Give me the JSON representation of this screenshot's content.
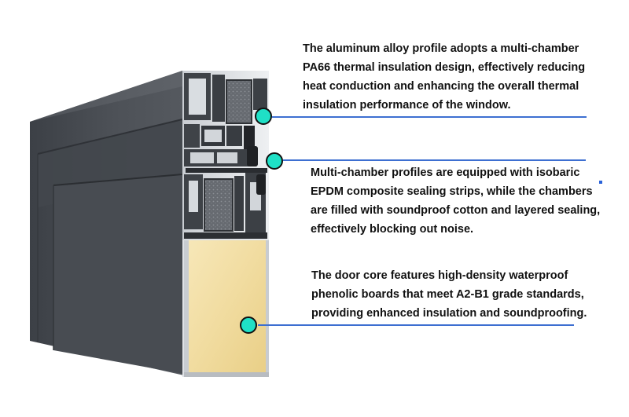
{
  "callouts": [
    {
      "lines": [
        "The aluminum alloy profile adopts a multi-chamber",
        "PA66 thermal insulation design, effectively reducing",
        "heat conduction and enhancing the overall thermal",
        "insulation performance of the window."
      ]
    },
    {
      "lines": [
        "Multi-chamber profiles are equipped with isobaric",
        "EPDM composite sealing strips, while the chambers",
        "are filled with soundproof cotton and layered sealing,",
        "effectively blocking out noise."
      ]
    },
    {
      "lines": [
        "The door core features high-density waterproof",
        "phenolic boards that meet A2-B1 grade standards,",
        "providing enhanced insulation and soundproofing."
      ]
    }
  ],
  "colors": {
    "profile_dark": "#4a4e54",
    "core_board": "#f3e0a8",
    "marker_fill": "#1fe0c6",
    "leader_line": "#3d6fd1"
  }
}
